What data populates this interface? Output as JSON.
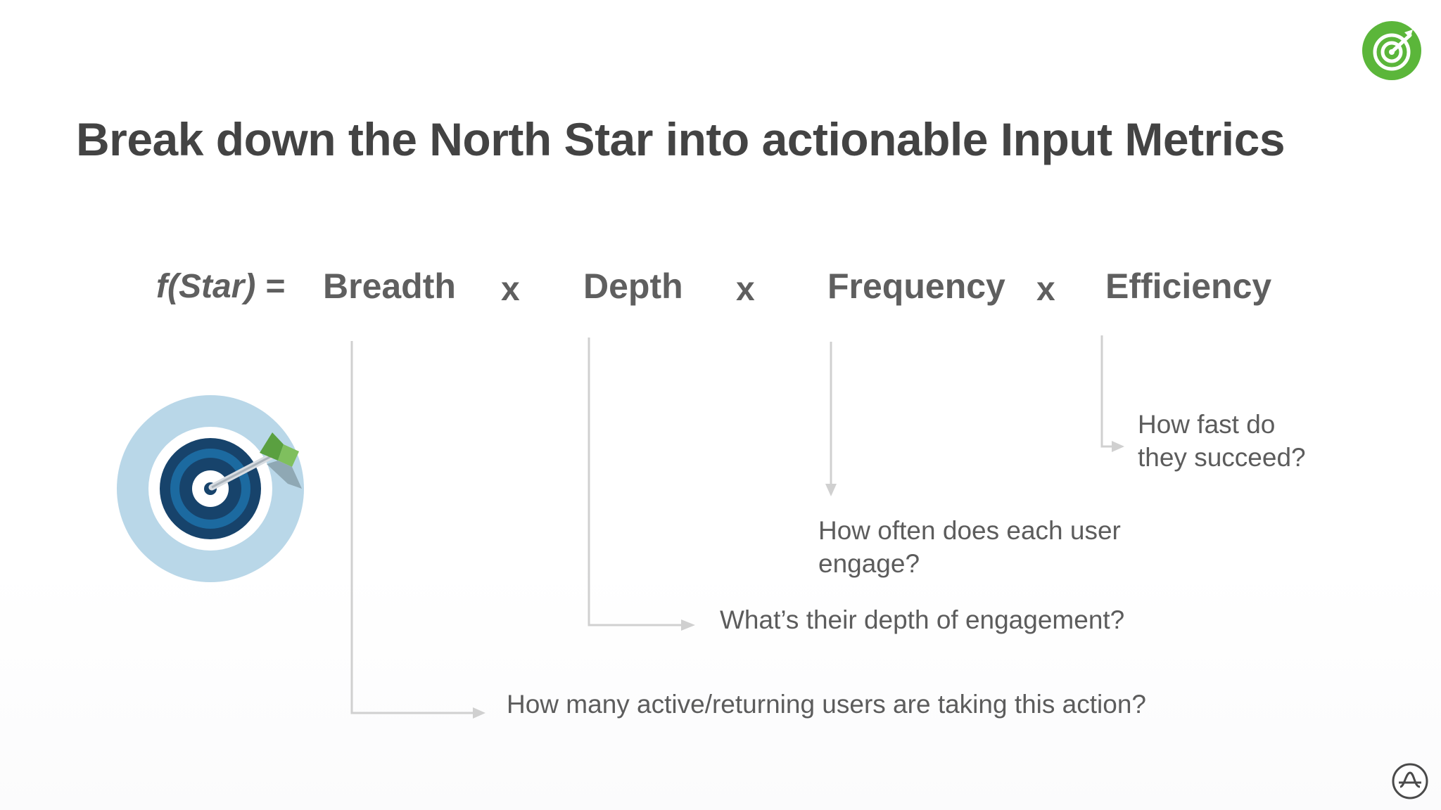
{
  "slide": {
    "title": "Break down the North Star into actionable Input Metrics"
  },
  "formula": {
    "function_label": "f(Star) =",
    "terms": [
      "Breadth",
      "Depth",
      "Frequency",
      "Efficiency"
    ],
    "operator": "x"
  },
  "questions": {
    "breadth": "How many active/returning users are taking this action?",
    "depth": "What’s their depth of engagement?",
    "frequency_line1": "How often does each user",
    "frequency_line2": "engage?",
    "efficiency_line1": "How fast do",
    "efficiency_line2": "they succeed?"
  },
  "icons": {
    "corner_logo": "target-logo-icon",
    "illustration": "target-arrow-icon",
    "watermark": "amplitude-logo-icon"
  },
  "colors": {
    "logo_green": "#5bb63a",
    "target_light_blue": "#b9d7e8",
    "target_dark_blue": "#17436b",
    "target_mid_blue": "#1c6aa0",
    "arrow_green": "#5aa040",
    "connector_gray": "#cfcfcf"
  }
}
